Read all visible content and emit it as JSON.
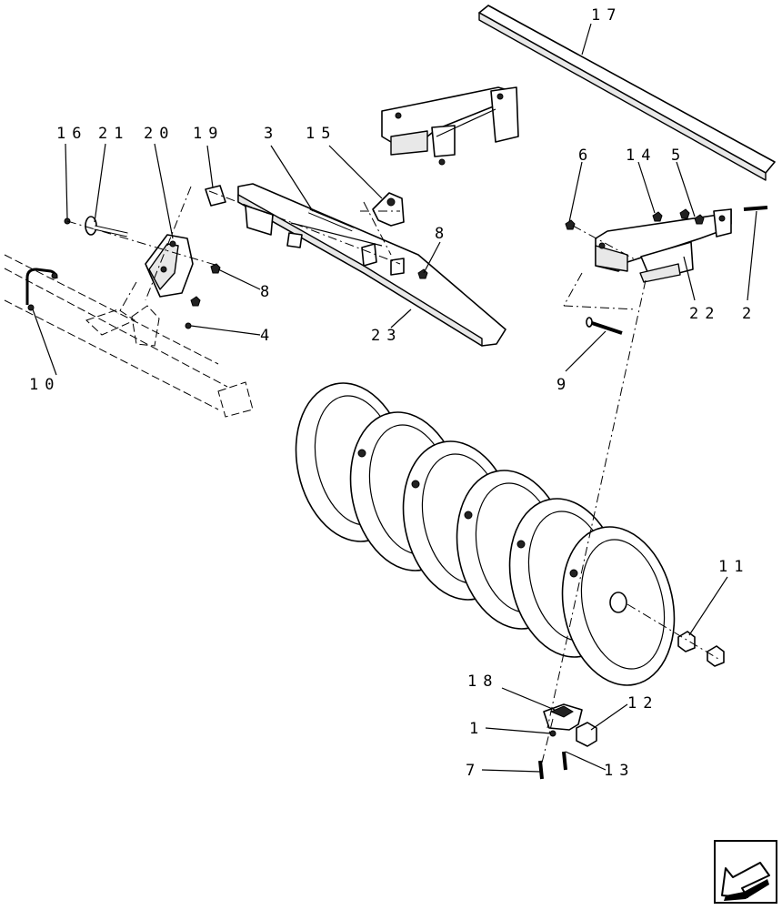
{
  "callouts": {
    "c1": "1",
    "c2": "2",
    "c3": "3",
    "c4": "4",
    "c5": "5",
    "c6": "6",
    "c7": "7",
    "c8a": "8",
    "c8b": "8",
    "c9": "9",
    "c10": "10",
    "c11": "11",
    "c12": "12",
    "c13": "13",
    "c14": "14",
    "c15": "15",
    "c16": "16",
    "c17": "17",
    "c18": "18",
    "c19": "19",
    "c20": "20",
    "c21": "21",
    "c22": "22",
    "c23": "23"
  },
  "icons": {
    "nav": "back-arrow-icon"
  }
}
